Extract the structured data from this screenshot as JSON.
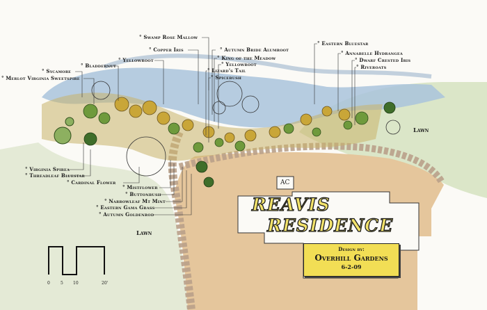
{
  "colors": {
    "water": "#a9c3dc",
    "lawn": "#dbe6c8",
    "sand": "#e5c69c",
    "stone": "#b9a08a",
    "shrub_green": "#6f9a3c",
    "shrub_yellow": "#c9a638",
    "dark_green": "#3f6e2a",
    "title_fill": "#f3e36b",
    "design_box": "#f2de55"
  },
  "plant_labels": [
    {
      "id": "swamp-rose-mallow",
      "text": "° Swamp Rose Mallow"
    },
    {
      "id": "copper-iris",
      "text": "° Copper Iris"
    },
    {
      "id": "autumn-bride-alumroot",
      "text": "° Autumn Bride Alumroot"
    },
    {
      "id": "king-of-the-meadow",
      "text": "° King of the Meadow"
    },
    {
      "id": "yellowroot-center",
      "text": "° Yellowroot"
    },
    {
      "id": "lizards-tail",
      "text": "° Lizard's Tail"
    },
    {
      "id": "spicebush",
      "text": "° Spicebush"
    },
    {
      "id": "eastern-bluestar-top",
      "text": "° Eastern Bluestar"
    },
    {
      "id": "annabelle-hydrangea",
      "text": "° Annabelle Hydrangea"
    },
    {
      "id": "dwarf-crested-iris",
      "text": "° Dwarf Crested Iris"
    },
    {
      "id": "riveroats",
      "text": "° Riveroats"
    },
    {
      "id": "yellowroot-left",
      "text": "° Yellowroot"
    },
    {
      "id": "bladdernut",
      "text": "° Bladdernut"
    },
    {
      "id": "sycamore",
      "text": "° Sycamore"
    },
    {
      "id": "merlot-virginia-sweetspire",
      "text": "° Merlot Virginia Sweetspire"
    },
    {
      "id": "virginia-spirea",
      "text": "° Virginia Spirea"
    },
    {
      "id": "threadleaf-bluestar",
      "text": "° Threadleaf Bluestar"
    },
    {
      "id": "cardinal-flower",
      "text": "° Cardinal Flower"
    },
    {
      "id": "mistflower",
      "text": "° Mistflower"
    },
    {
      "id": "buttonbush",
      "text": "° Buttonbush"
    },
    {
      "id": "narrowleaf-mt-mint",
      "text": "° Narrowleaf Mt Mint"
    },
    {
      "id": "eastern-gama-grass",
      "text": "° Eastern Gama Grass"
    },
    {
      "id": "autumn-goldenrod",
      "text": "° Autumn Goldenrod"
    }
  ],
  "lawn_labels": {
    "right": "Lawn",
    "bottom": "Lawn"
  },
  "equipment_label": "AC",
  "title": {
    "line1": "REAVIS",
    "line2": "RESIDENCE"
  },
  "design_box": {
    "by": "Design by:",
    "firm": "Overhill Gardens",
    "date": "6-2-09"
  },
  "scale_bar": {
    "ticks": [
      "0",
      "5",
      "10",
      "20'"
    ]
  }
}
